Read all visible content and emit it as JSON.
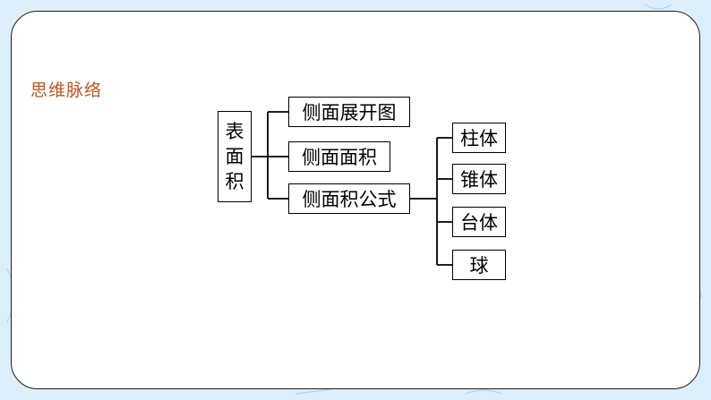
{
  "section_title": "思维脉络",
  "root": {
    "chars": [
      "表",
      "面",
      "积"
    ]
  },
  "branches": [
    "侧面展开图",
    "侧面面积",
    "侧面积公式"
  ],
  "leaves": [
    "柱体",
    "锥体",
    "台体",
    "球"
  ],
  "colors": {
    "title": "#c0561d",
    "background": "#dceefa",
    "line": "#000000"
  }
}
